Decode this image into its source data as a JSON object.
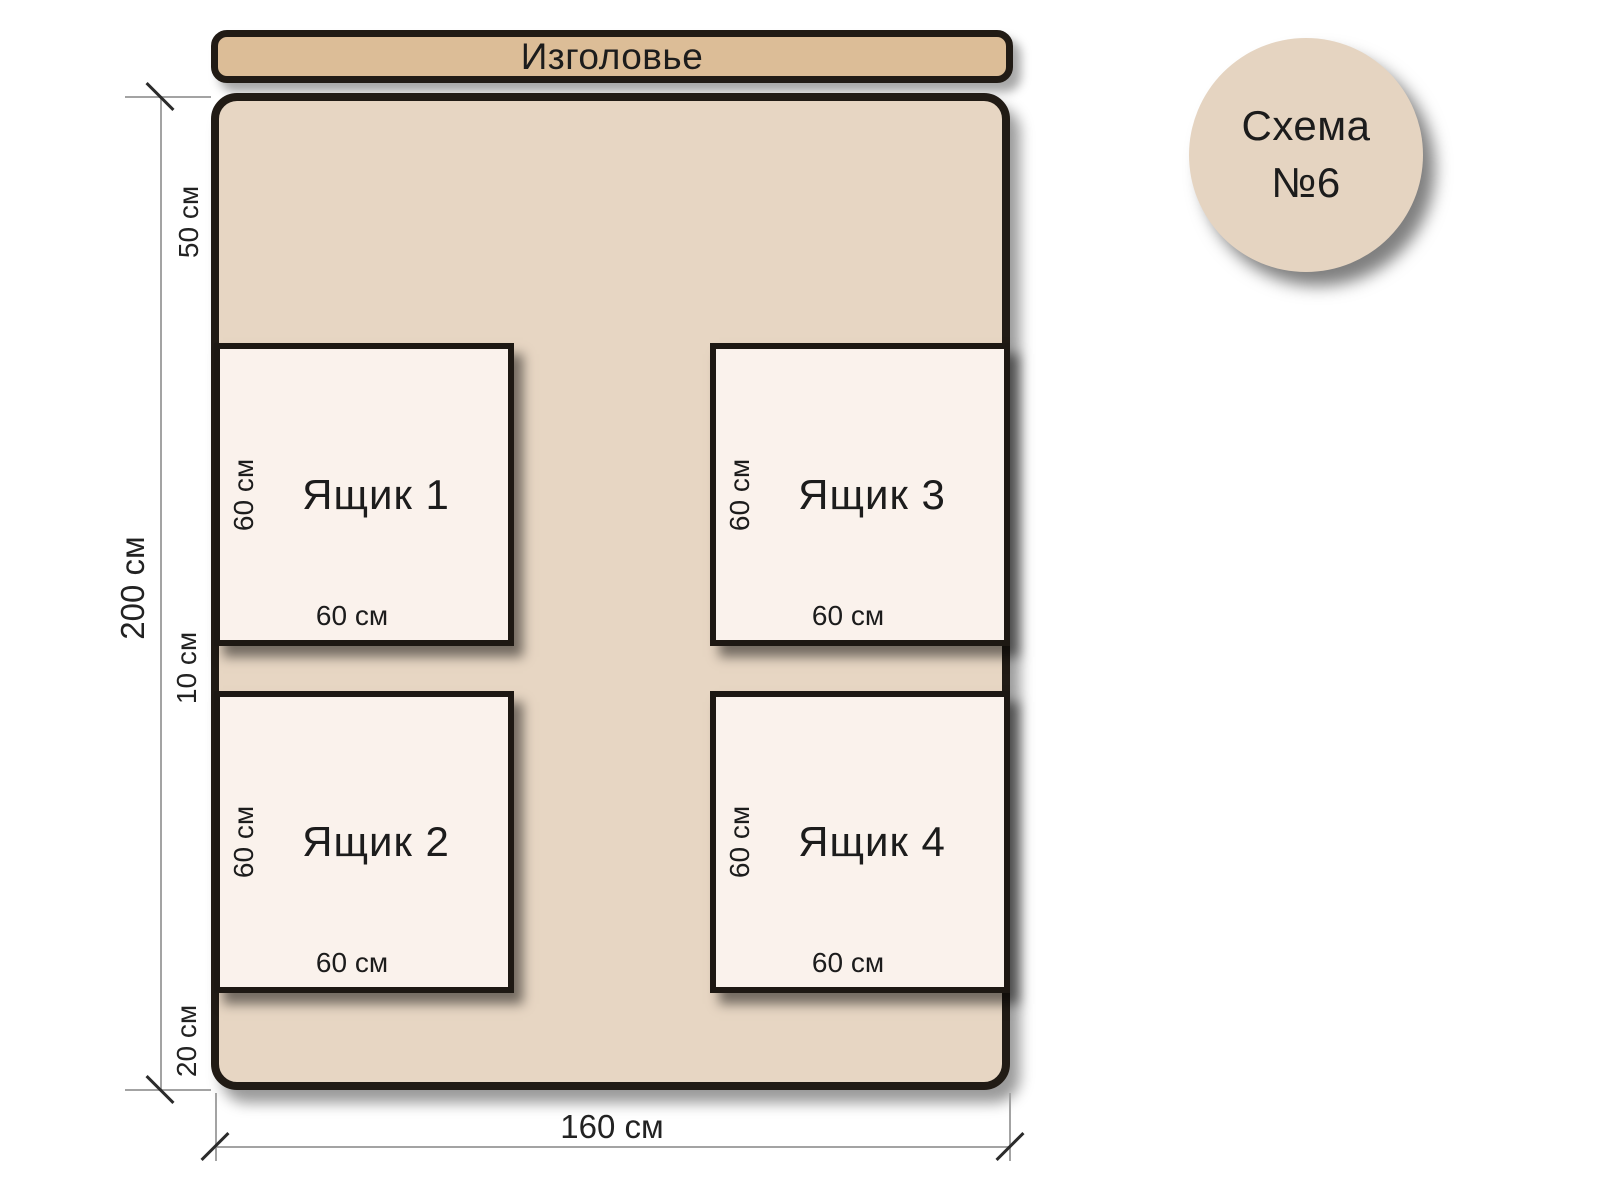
{
  "headboard": {
    "label": "Изголовье"
  },
  "badge": {
    "line1": "Схема",
    "line2": "№6"
  },
  "drawers": [
    {
      "name": "Ящик 1",
      "height_label": "60 см",
      "width_label": "60 см"
    },
    {
      "name": "Ящик 2",
      "height_label": "60 см",
      "width_label": "60 см"
    },
    {
      "name": "Ящик 3",
      "height_label": "60 см",
      "width_label": "60 см"
    },
    {
      "name": "Ящик 4",
      "height_label": "60 см",
      "width_label": "60 см"
    }
  ],
  "dimensions": {
    "total_height": "200 см",
    "total_width": "160 см",
    "segment_top": "50 см",
    "segment_gap": "10 см",
    "segment_bottom": "20 см"
  },
  "colors": {
    "headboard_fill": "#dcbd97",
    "bed_fill": "#e7d6c3",
    "drawer_fill": "#faf2ec",
    "badge_fill": "#e5d4c1",
    "outline": "#211b15",
    "dimension_line": "#a3a3a3",
    "text": "#1c1c1c"
  }
}
